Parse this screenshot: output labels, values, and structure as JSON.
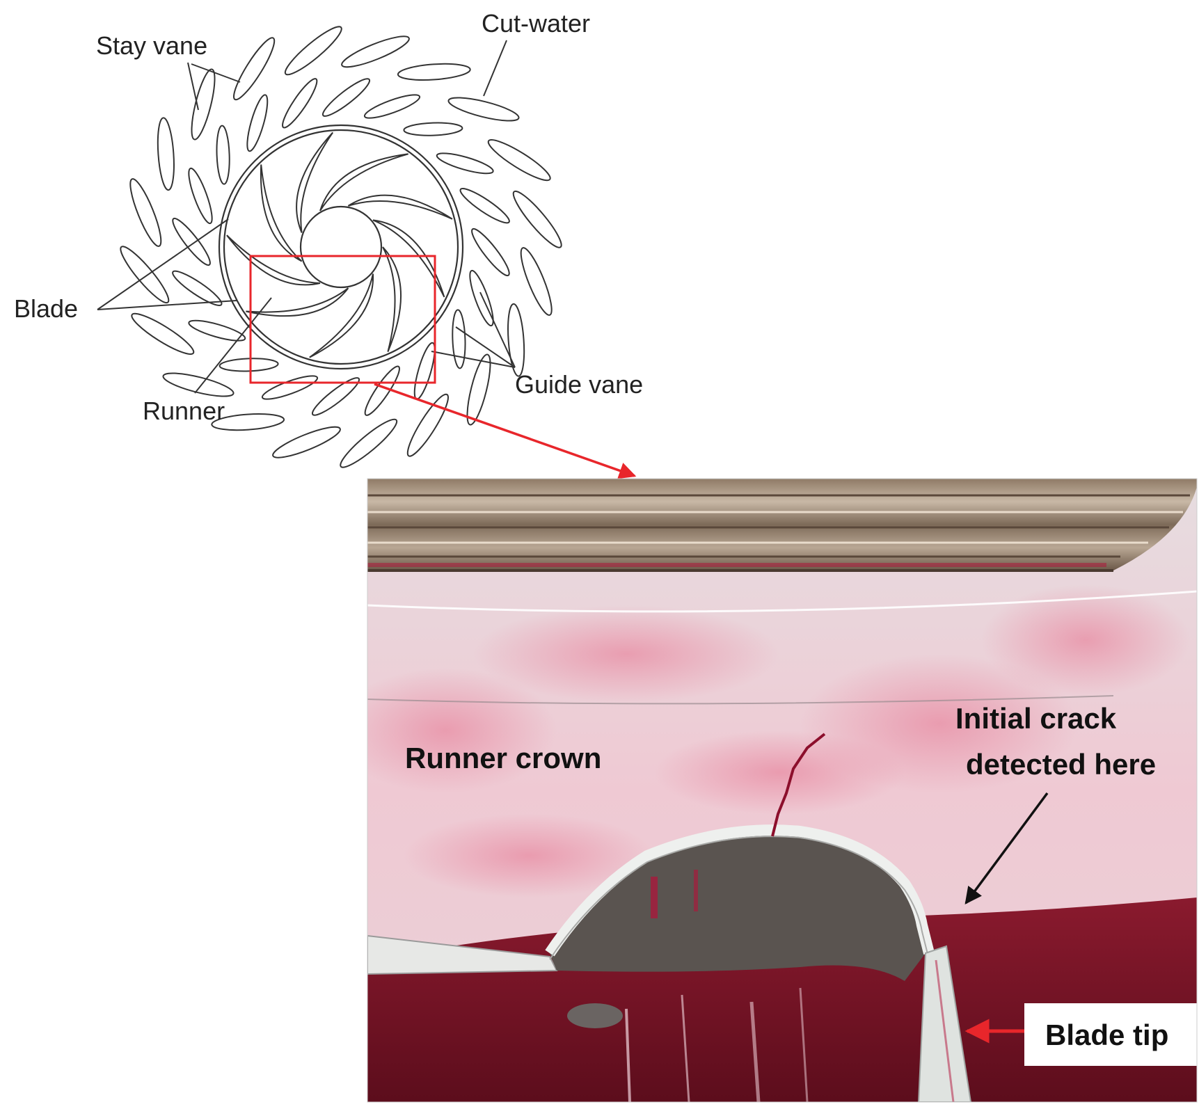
{
  "diagram": {
    "labels": {
      "stay_vane": "Stay vane",
      "cut_water": "Cut-water",
      "blade": "Blade",
      "guide_vane": "Guide vane",
      "runner": "Runner"
    },
    "counts": {
      "stay_vanes": 20,
      "guide_vanes": 20,
      "blades": 9
    }
  },
  "photo": {
    "labels": {
      "runner_crown": "Runner crown",
      "initial_crack_line1": "Initial crack",
      "initial_crack_line2": "detected here",
      "blade_tip": "Blade tip"
    }
  },
  "colors": {
    "highlight": "#e8262b",
    "line": "#333333",
    "dye": "#b3123a"
  }
}
